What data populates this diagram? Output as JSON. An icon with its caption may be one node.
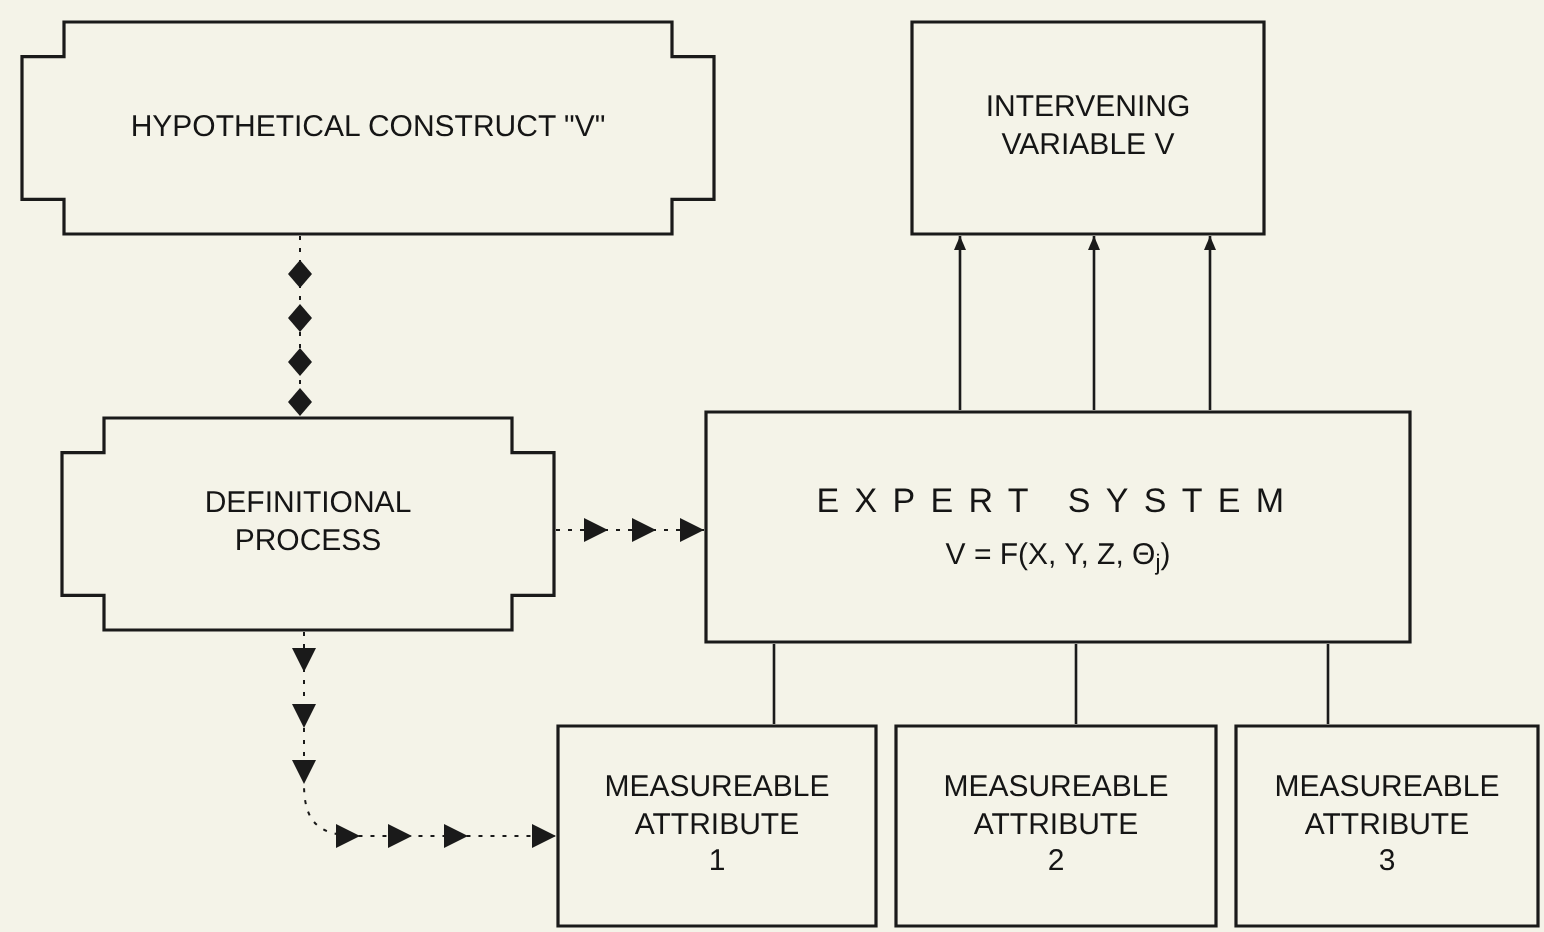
{
  "diagram": {
    "nodes": [
      {
        "text": [
          "HYPOTHETICAL CONSTRUCT \"V\""
        ]
      },
      {
        "text": [
          "INTERVENING VARIABLE V"
        ]
      },
      {
        "text": [
          "DEFINITIONAL PROCESS"
        ]
      },
      {
        "text": [
          "EXPERT SYSTEM",
          "V = F(X, Y, Z, Θ$_{j}$)"
        ]
      },
      {
        "text": [
          "MEASUREABLE ATTRIBUTE",
          "1"
        ]
      },
      {
        "text": [
          "MEASUREABLE ATTRIBUTE",
          "2"
        ]
      },
      {
        "text": [
          "MEASUREABLE ATTRIBUTE",
          "3"
        ]
      }
    ],
    "edges": [
      {
        "from": 0,
        "to": 2,
        "arrow": "other",
        "style": "dashed"
      },
      {
        "from": 2,
        "to": 3,
        "arrow": "to",
        "style": "dashed"
      },
      {
        "from": 2,
        "to": 4,
        "arrow": "to",
        "style": "dashed"
      },
      {
        "from": 3,
        "to": 1,
        "arrow": "to"
      },
      {
        "from": 3,
        "to": 1,
        "arrow": "to"
      },
      {
        "from": 3,
        "to": 1,
        "arrow": "to"
      },
      {
        "from": 3,
        "to": 4,
        "arrow": "none"
      },
      {
        "from": 3,
        "to": 5,
        "arrow": "none"
      },
      {
        "from": 3,
        "to": 6,
        "arrow": "none"
      }
    ]
  }
}
